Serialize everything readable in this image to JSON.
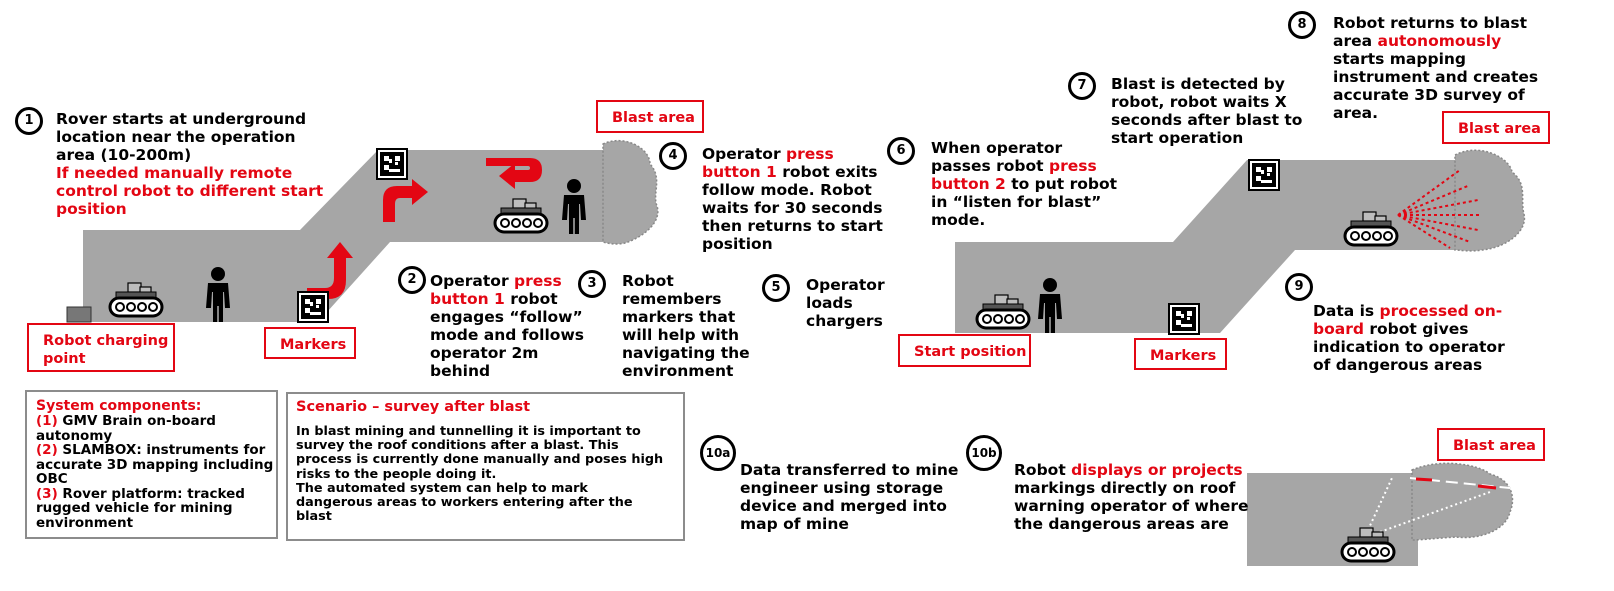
{
  "steps": {
    "s1": {
      "num": "1",
      "text": "Rover starts at underground\nlocation near the operation\narea (10-200m)",
      "red": "If needed manually remote\ncontrol robot to different start\nposition"
    },
    "s2": {
      "num": "2",
      "l1a": "Operator ",
      "l1b": "press",
      "l2a": "button 1",
      "l2b": " robot",
      "rest": "engages “follow”\nmode and follows\noperator 2m\nbehind"
    },
    "s3": {
      "num": "3",
      "text": "Robot\nremembers\nmarkers that\nwill help with\nnavigating the\nenvironment"
    },
    "s4": {
      "num": "4",
      "l1a": "Operator ",
      "l1b": "press",
      "l2a": "button 1",
      "l2b": " robot exits",
      "rest": "follow mode. Robot\nwaits for 30 seconds\nthen returns to start\nposition"
    },
    "s5": {
      "num": "5",
      "text": "Operator\nloads\nchargers"
    },
    "s6": {
      "num": "6",
      "l1": "When operator",
      "l2a": "passes robot ",
      "l2b": "press",
      "l3a": "button 2",
      "l3b": " to put robot",
      "rest": "in “listen for blast”\nmode."
    },
    "s7": {
      "num": "7",
      "text": "Blast is detected by\nrobot, robot waits X\nseconds after blast to\nstart operation"
    },
    "s8": {
      "num": "8",
      "l1": "Robot returns to blast",
      "l2a": "area ",
      "l2b": "autonomously",
      "rest": "starts mapping\ninstrument and creates\naccurate 3D survey of\narea."
    },
    "s9": {
      "num": "9",
      "l1a": "Data is ",
      "l1b": "processed on-",
      "l2a": "board",
      "l2b": " robot gives",
      "rest": "indication to operator\nof dangerous areas"
    },
    "s10a": {
      "num": "10a",
      "text": "Data transferred to mine\nengineer using storage\ndevice and merged into\nmap of mine"
    },
    "s10b": {
      "num": "10b",
      "l1a": "Robot ",
      "l1b": "displays or projects",
      "rest": "markings directly on roof\nwarning operator of where\nthe dangerous areas are"
    }
  },
  "labels": {
    "blast_area": "Blast area",
    "robot_charging_point": "Robot charging\npoint",
    "markers": "Markers",
    "start_position": "Start position"
  },
  "system_components": {
    "title": "System components:",
    "items": [
      {
        "num": "(1)",
        "text": " GMV Brain on-board",
        "cont": "autonomy"
      },
      {
        "num": "(2)",
        "text": " SLAMBOX: instruments for",
        "cont": "accurate 3D mapping including\nOBC"
      },
      {
        "num": "(3)",
        "text": " Rover platform: tracked",
        "cont": "rugged vehicle for mining\nenvironment"
      }
    ]
  },
  "scenario": {
    "title": "Scenario – survey after blast",
    "body": "In blast mining and tunnelling it is important to\nsurvey the roof conditions after a blast. This\nprocess is currently done manually and poses high\nrisks to the people doing it.\nThe automated system can help to mark\ndangerous areas to workers entering after the\nblast"
  },
  "colors": {
    "accent": "#e30613",
    "tunnel": "#a6a6a6",
    "box_border": "#8c8c8c"
  },
  "icons": [
    "rover-icon",
    "person-icon",
    "aruco-marker-icon",
    "red-arrow-icon",
    "charging-station-icon"
  ]
}
